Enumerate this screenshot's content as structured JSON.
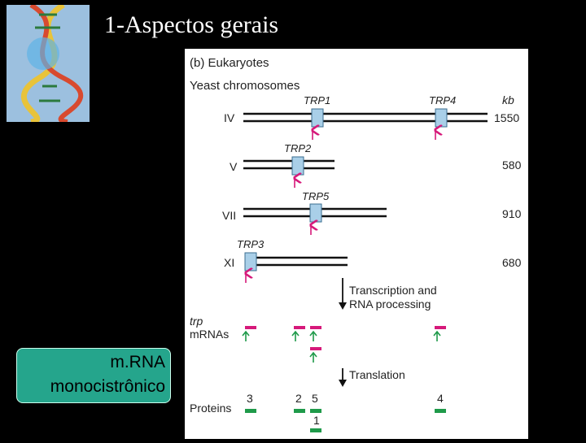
{
  "slide": {
    "title": "1-Aspectos gerais"
  },
  "callout": {
    "line1": "m.RNA",
    "line2": "monocistrônico"
  },
  "figure": {
    "panel_label": "(b) Eukaryotes",
    "subtitle": "Yeast chromosomes",
    "unit": "kb",
    "chromosomes": [
      {
        "name": "IV",
        "size": "1550",
        "genes": [
          "TRP1",
          "TRP4"
        ]
      },
      {
        "name": "V",
        "size": "580",
        "genes": [
          "TRP2"
        ]
      },
      {
        "name": "VII",
        "size": "910",
        "genes": [
          "TRP5"
        ]
      },
      {
        "name": "XI",
        "size": "680",
        "genes": [
          "TRP3"
        ]
      }
    ],
    "step1_line1": "Transcription and",
    "step1_line2": "RNA processing",
    "mrna_label_line1": "trp",
    "mrna_label_line2": "mRNAs",
    "step2": "Translation",
    "proteins_label": "Proteins",
    "protein_numbers": [
      "3",
      "2",
      "5",
      "4",
      "1"
    ]
  },
  "colors": {
    "gene_box": "#a9cfe8",
    "mrna": "#d6197a",
    "protein": "#1f9a4a",
    "callout_bg": "#25a58c"
  }
}
